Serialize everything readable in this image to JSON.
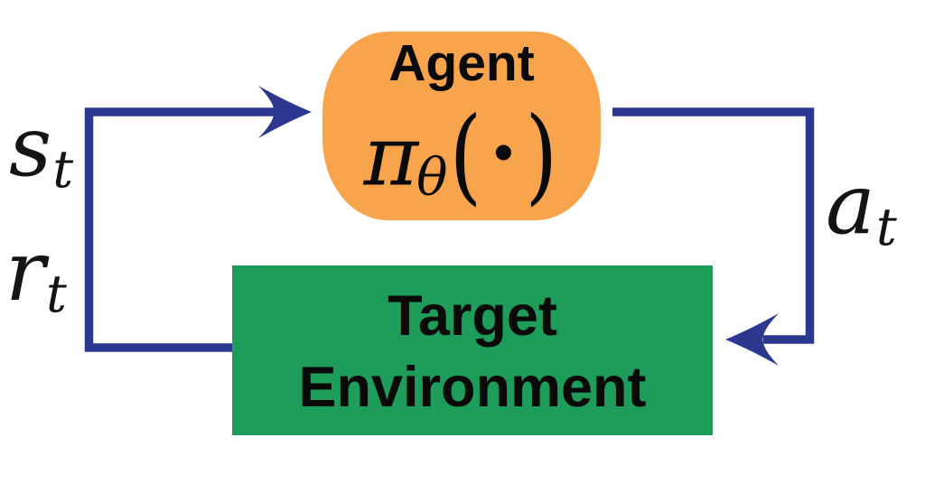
{
  "agent": {
    "label": "Agent",
    "policy": {
      "pi": "π",
      "theta_sub": "θ",
      "open_paren": "(",
      "dot": "·",
      "close_paren": ")"
    }
  },
  "environment": {
    "line1": "Target",
    "line2": "Environment"
  },
  "labels": {
    "state": {
      "base": "s",
      "sub": "t"
    },
    "reward": {
      "base": "r",
      "sub": "t"
    },
    "action": {
      "base": "a",
      "sub": "t"
    }
  },
  "colors": {
    "agent_fill": "#F8A44C",
    "environment_fill": "#1E9C59",
    "arrow": "#2B3890",
    "text": "#0A0A0A",
    "background": "#FFFFFF"
  }
}
